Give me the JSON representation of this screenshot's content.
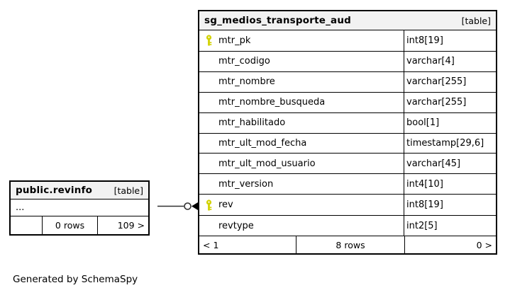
{
  "diagram": {
    "credit": "Generated by SchemaSpy"
  },
  "main_table": {
    "title": "sg_medios_transporte_aud",
    "badge": "[table]",
    "columns": [
      {
        "name": "mtr_pk",
        "type": "int8[19]",
        "pk": true
      },
      {
        "name": "mtr_codigo",
        "type": "varchar[4]",
        "pk": false
      },
      {
        "name": "mtr_nombre",
        "type": "varchar[255]",
        "pk": false
      },
      {
        "name": "mtr_nombre_busqueda",
        "type": "varchar[255]",
        "pk": false
      },
      {
        "name": "mtr_habilitado",
        "type": "bool[1]",
        "pk": false
      },
      {
        "name": "mtr_ult_mod_fecha",
        "type": "timestamp[29,6]",
        "pk": false
      },
      {
        "name": "mtr_ult_mod_usuario",
        "type": "varchar[45]",
        "pk": false
      },
      {
        "name": "mtr_version",
        "type": "int4[10]",
        "pk": false
      },
      {
        "name": "rev",
        "type": "int8[19]",
        "pk": true
      },
      {
        "name": "revtype",
        "type": "int2[5]",
        "pk": false
      }
    ],
    "footer": {
      "left": "< 1",
      "center": "8 rows",
      "right": "0 >"
    }
  },
  "related_table": {
    "title": "public.revinfo",
    "badge": "[table]",
    "collapsed_row": "...",
    "footer": {
      "left": "",
      "center": "0 rows",
      "right": "109 >"
    }
  },
  "colors": {
    "key_icon": "#d2d202",
    "header_bg": "#f2f2f2",
    "border": "#000000",
    "edge": "#303030"
  }
}
